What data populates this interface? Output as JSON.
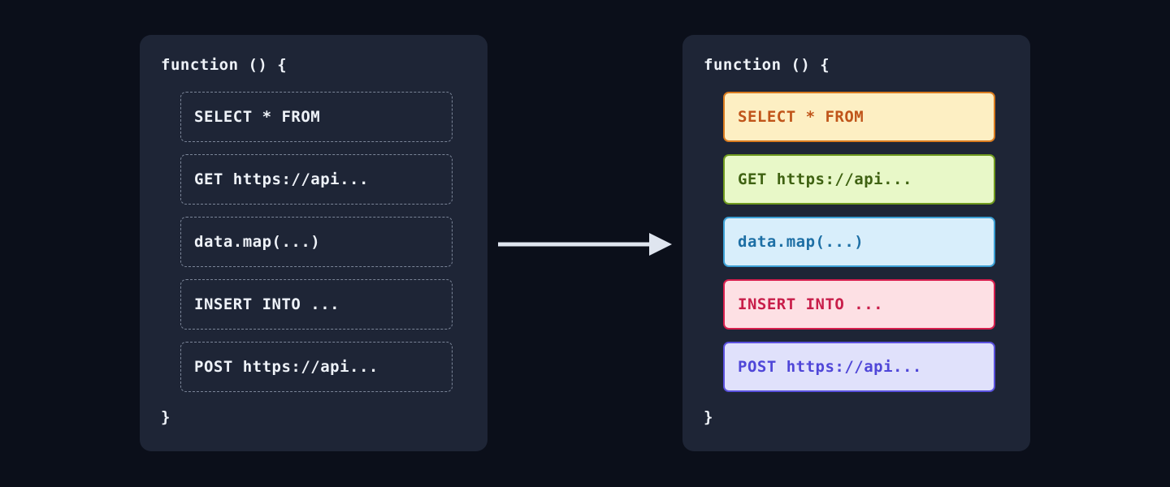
{
  "canvas": {
    "background": "#0b0f1a",
    "panel_background": "#1e2536"
  },
  "left_panel": {
    "name": "untagged-code-panel",
    "open_line": "function () {",
    "close_line": "}",
    "text_color": "#eef2f8",
    "border_color": "#7b8598",
    "statements": [
      {
        "text": "SELECT * FROM"
      },
      {
        "text": "GET https://api..."
      },
      {
        "text": "data.map(...)"
      },
      {
        "text": "INSERT INTO ..."
      },
      {
        "text": "POST https://api..."
      }
    ]
  },
  "arrow": {
    "name": "transform-arrow",
    "direction": "right",
    "color": "#dfe5ef"
  },
  "right_panel": {
    "name": "tagged-code-panel",
    "open_line": "function () {",
    "close_line": "}",
    "text_color": "#eef2f8",
    "statements": [
      {
        "text": "SELECT * FROM",
        "kind": "sql-select",
        "fill": "#fdefc3",
        "border": "#d97b1f",
        "color": "#c0551a"
      },
      {
        "text": "GET https://api...",
        "kind": "http-get",
        "fill": "#e8f8c8",
        "border": "#6f9a1f",
        "color": "#3f6212"
      },
      {
        "text": "data.map(...)",
        "kind": "js-map",
        "fill": "#d8eefb",
        "border": "#3b9fd4",
        "color": "#1d6fa5"
      },
      {
        "text": "INSERT INTO ...",
        "kind": "sql-insert",
        "fill": "#fde0e4",
        "border": "#d61f4e",
        "color": "#c81e4a"
      },
      {
        "text": "POST https://api...",
        "kind": "http-post",
        "fill": "#e0e1fb",
        "border": "#5a51dd",
        "color": "#4f46d8"
      }
    ]
  }
}
